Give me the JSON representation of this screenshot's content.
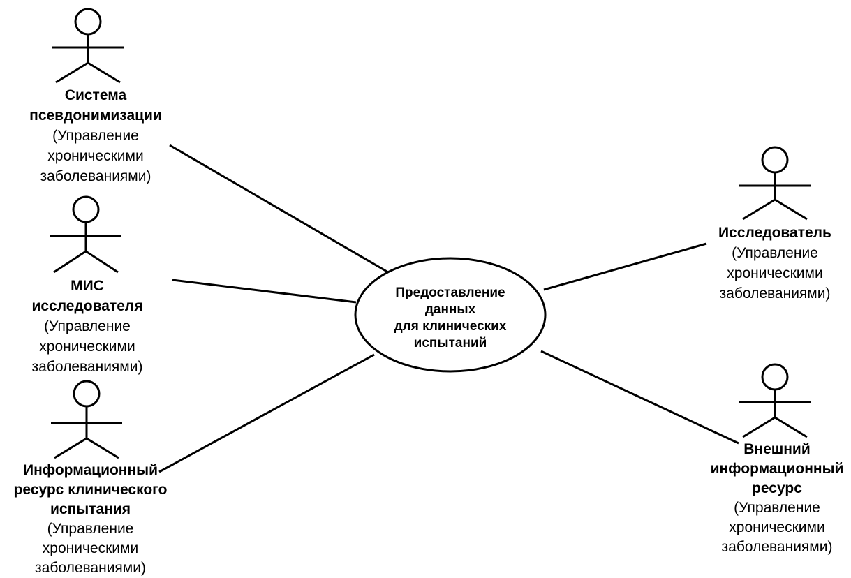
{
  "use_case": {
    "label_lines": [
      "Предоставление",
      "данных",
      "для клинических",
      "испытаний"
    ]
  },
  "actors": [
    {
      "id": "pseudonymization-system",
      "name_lines": [
        "Система",
        "псевдонимизации"
      ],
      "role_lines": [
        "(Управление",
        "хроническими",
        "заболеваниями)"
      ]
    },
    {
      "id": "researcher-mis",
      "name_lines": [
        "МИС",
        "исследователя"
      ],
      "role_lines": [
        "(Управление",
        "хроническими",
        "заболеваниями)"
      ]
    },
    {
      "id": "clinical-trial-info-resource",
      "name_lines": [
        "Информационный",
        "ресурс клинического",
        "испытания"
      ],
      "role_lines": [
        "(Управление",
        "хроническими",
        "заболеваниями)"
      ]
    },
    {
      "id": "researcher",
      "name_lines": [
        "Исследователь"
      ],
      "role_lines": [
        "(Управление",
        "хроническими",
        "заболеваниями)"
      ]
    },
    {
      "id": "external-info-resource",
      "name_lines": [
        "Внешний",
        "информационный",
        "ресурс"
      ],
      "role_lines": [
        "(Управление",
        "хроническими",
        "заболеваниями)"
      ]
    }
  ],
  "colors": {
    "stroke": "#000000",
    "background": "#ffffff"
  }
}
